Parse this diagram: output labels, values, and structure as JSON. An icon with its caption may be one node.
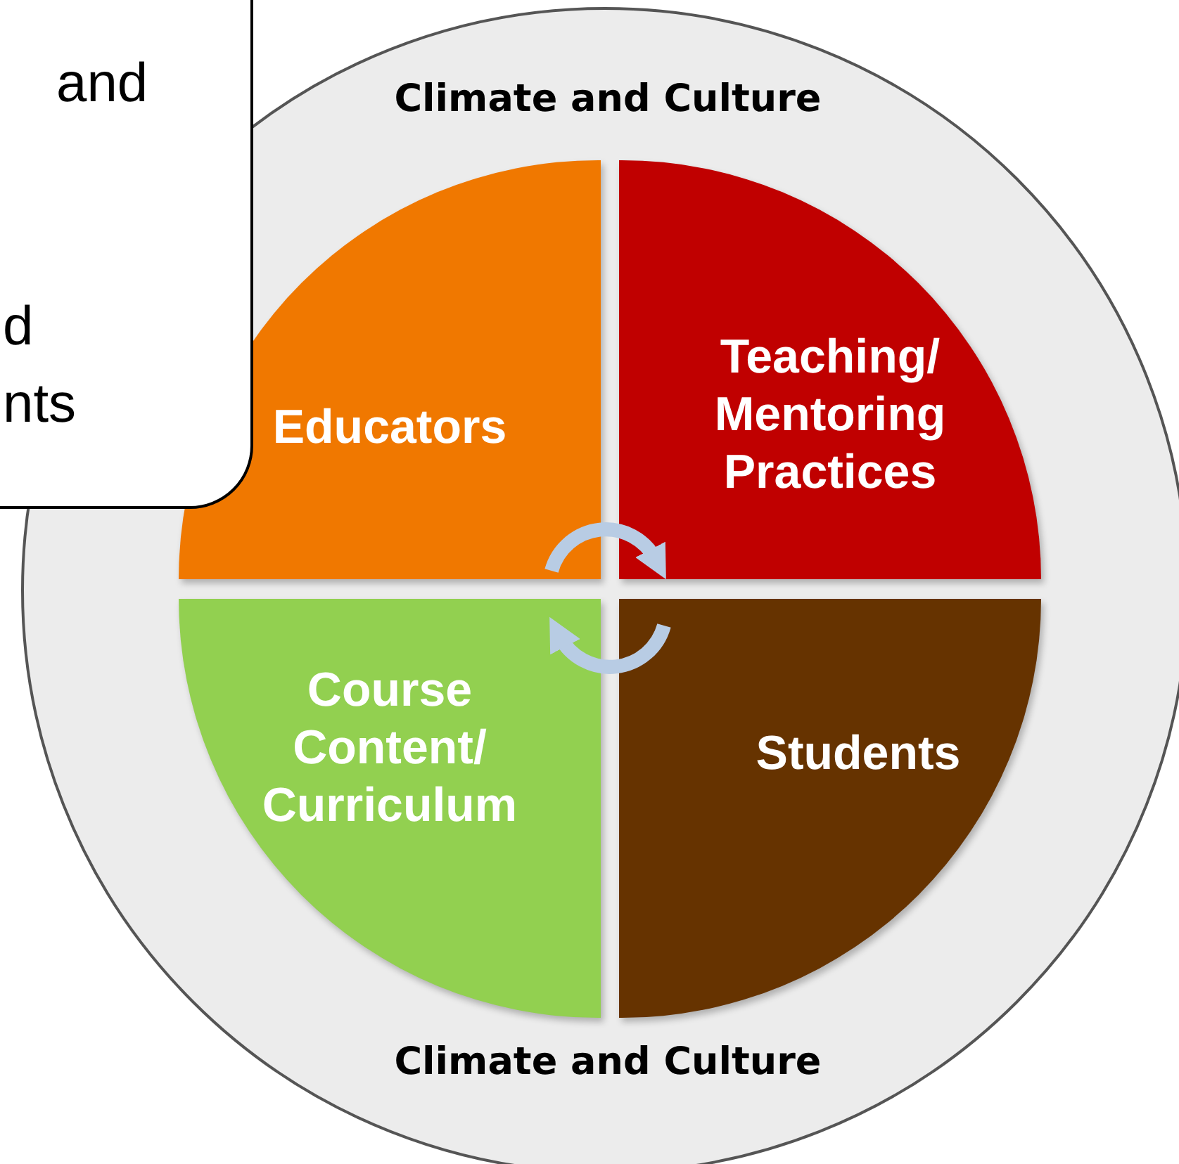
{
  "diagram": {
    "nodes": [
      {
        "text": [
          "Climate and Culture",
          "Climate and Culture"
        ]
      },
      {
        "text": [
          "Educators"
        ],
        "in": 0
      },
      {
        "text": [
          "Teaching/ Mentoring Practices"
        ],
        "in": 0
      },
      {
        "text": [
          "Course Content/ Curriculum"
        ],
        "in": 0
      },
      {
        "text": [
          "Students"
        ],
        "in": 0
      },
      {
        "text": [
          "and",
          "d nts"
        ]
      }
    ],
    "edges": [
      {
        "from": 1,
        "to": 2,
        "arrow": "to"
      },
      {
        "from": 4,
        "to": 3,
        "arrow": "to"
      }
    ]
  }
}
